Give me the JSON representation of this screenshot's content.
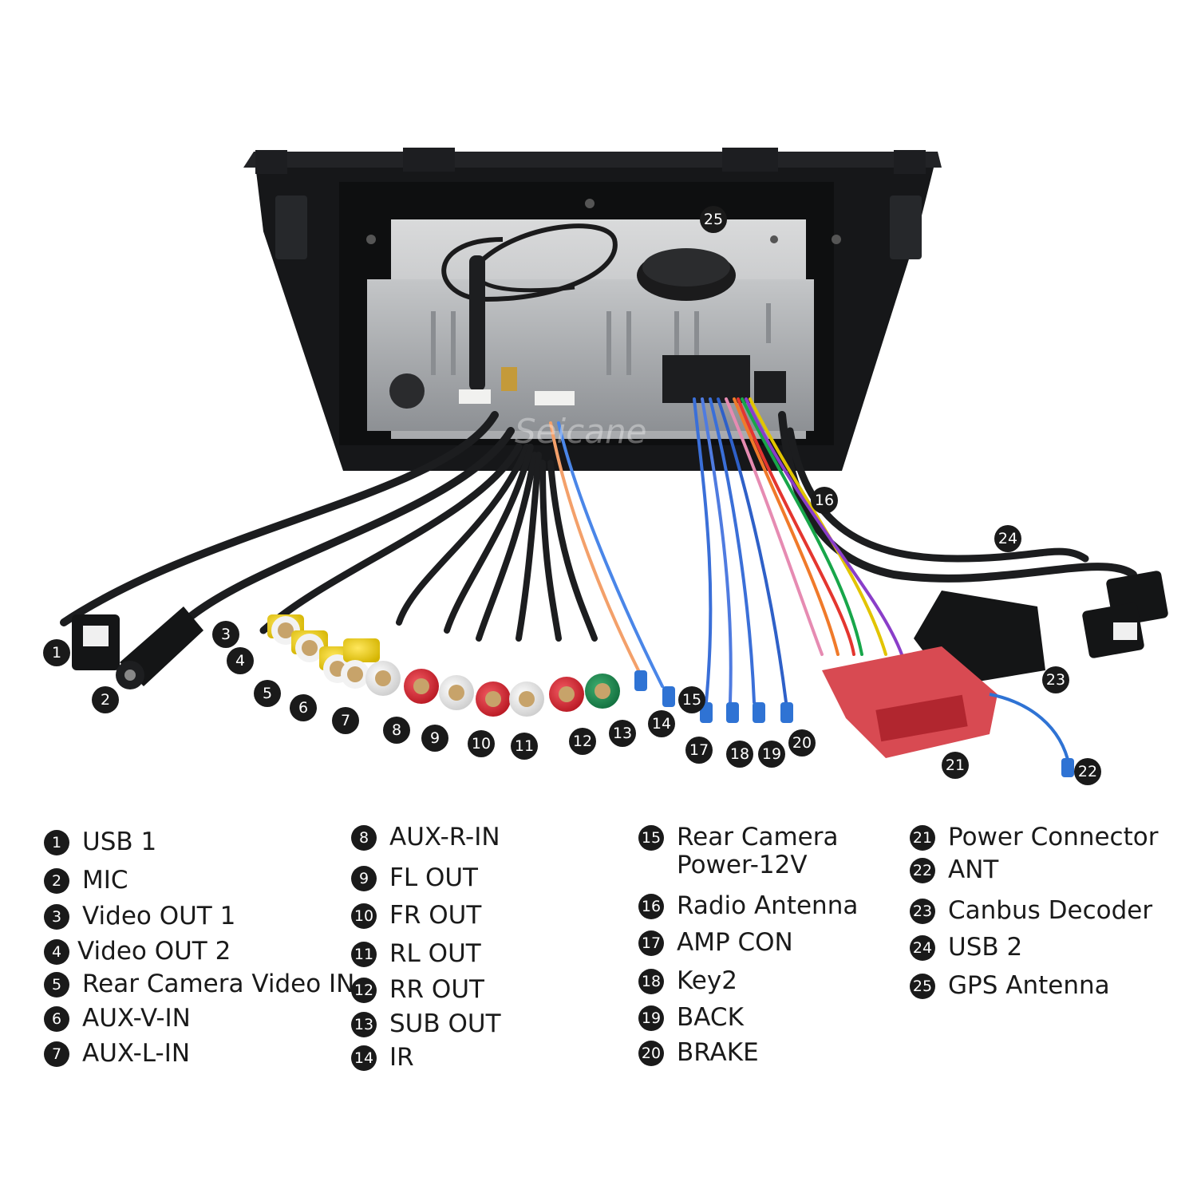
{
  "watermark": "Seicane",
  "legend": [
    {
      "n": "1",
      "label": "USB 1"
    },
    {
      "n": "2",
      "label": "MIC"
    },
    {
      "n": "3",
      "label": "Video OUT 1"
    },
    {
      "n": "4",
      "label": "Video OUT 2"
    },
    {
      "n": "5",
      "label": "Rear Camera Video IN"
    },
    {
      "n": "6",
      "label": "AUX-V-IN"
    },
    {
      "n": "7",
      "label": "AUX-L-IN"
    },
    {
      "n": "8",
      "label": "AUX-R-IN"
    },
    {
      "n": "9",
      "label": "FL OUT"
    },
    {
      "n": "10",
      "label": "FR OUT"
    },
    {
      "n": "11",
      "label": "RL OUT"
    },
    {
      "n": "12",
      "label": "RR OUT"
    },
    {
      "n": "13",
      "label": "SUB OUT"
    },
    {
      "n": "14",
      "label": "IR"
    },
    {
      "n": "15",
      "label": "Rear Camera\nPower-12V"
    },
    {
      "n": "16",
      "label": "Radio Antenna"
    },
    {
      "n": "17",
      "label": "AMP CON"
    },
    {
      "n": "18",
      "label": "Key2"
    },
    {
      "n": "19",
      "label": "BACK"
    },
    {
      "n": "20",
      "label": "BRAKE"
    },
    {
      "n": "21",
      "label": "Power Connector"
    },
    {
      "n": "22",
      "label": "ANT"
    },
    {
      "n": "23",
      "label": "Canbus Decoder"
    },
    {
      "n": "24",
      "label": "USB 2"
    },
    {
      "n": "25",
      "label": "GPS Antenna"
    }
  ],
  "diagram_numbers": [
    "1",
    "2",
    "3",
    "4",
    "5",
    "6",
    "7",
    "8",
    "9",
    "10",
    "11",
    "12",
    "13",
    "14",
    "15",
    "16",
    "17",
    "18",
    "19",
    "20",
    "21",
    "22",
    "23",
    "24",
    "25"
  ]
}
